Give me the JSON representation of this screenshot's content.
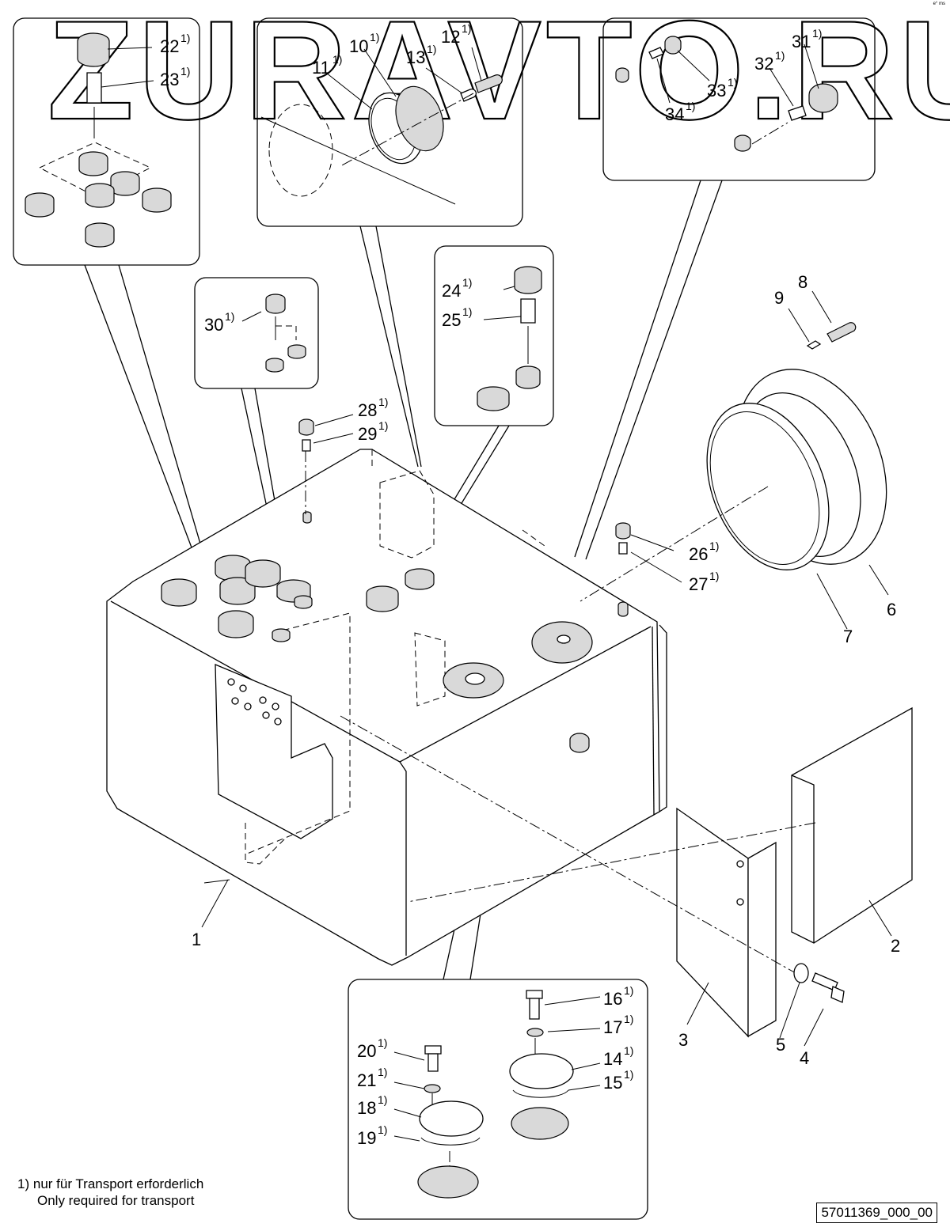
{
  "watermark": "ZURAVTO.RU",
  "corner_mark": "e° ms",
  "callout_superscript": "1)",
  "callouts": {
    "p1": "1",
    "p2": "2",
    "p3": "3",
    "p4": "4",
    "p5": "5",
    "p6": "6",
    "p7": "7",
    "p8": "8",
    "p9": "9",
    "p10": "10",
    "p11": "11",
    "p12": "12",
    "p13": "13",
    "p14": "14",
    "p15": "15",
    "p16": "16",
    "p17": "17",
    "p18": "18",
    "p19": "19",
    "p20": "20",
    "p21": "21",
    "p22": "22",
    "p23": "23",
    "p24": "24",
    "p25": "25",
    "p26": "26",
    "p27": "27",
    "p28": "28",
    "p29": "29",
    "p30": "30",
    "p31": "31",
    "p32": "32",
    "p33": "33",
    "p34": "34"
  },
  "footnote": {
    "marker": "1)",
    "german": "nur für Transport erforderlich",
    "english": "Only required for transport"
  },
  "drawing_number": "57011369_000_00"
}
